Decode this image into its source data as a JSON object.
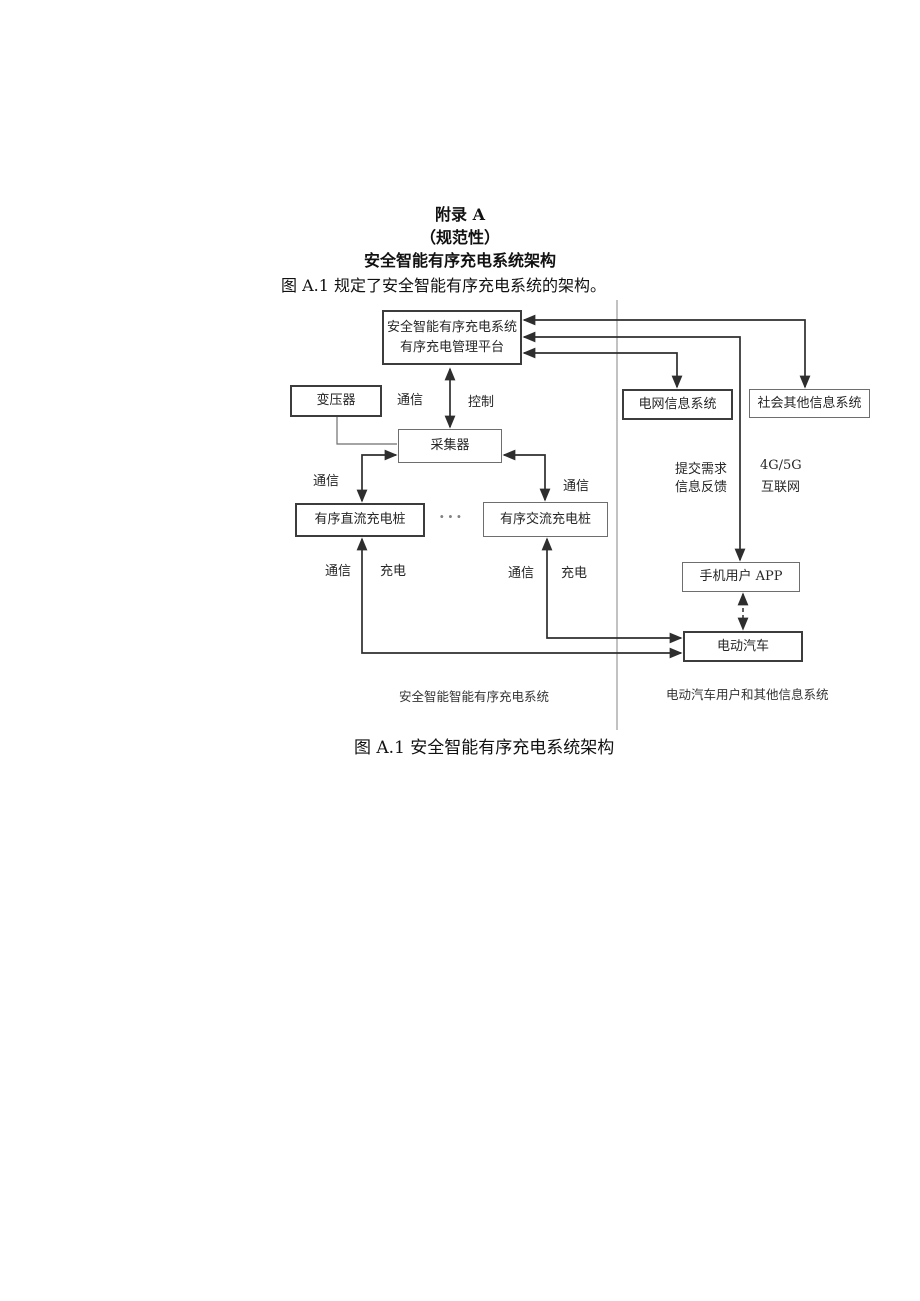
{
  "header": {
    "appendix_title": "附录 A",
    "normative": "（规范性）",
    "section_title": "安全智能有序充电系统架构",
    "intro": "图 A.1 规定了安全智能有序充电系统的架构。"
  },
  "caption": "图 A.1 安全智能有序充电系统架构",
  "diagram": {
    "nodes": {
      "platform_line1": "安全智能有序充电系统",
      "platform_line2": "有序充电管理平台",
      "transformer": "变压器",
      "collector": "采集器",
      "dc_pile": "有序直流充电桩",
      "ac_pile": "有序交流充电桩",
      "grid_info": "电网信息系统",
      "social_info": "社会其他信息系统",
      "app": "手机用户 APP",
      "ev": "电动汽车"
    },
    "labels": {
      "comm_top": "通信",
      "control": "控制",
      "comm_left": "通信",
      "comm_right": "通信",
      "comm_bottom_left": "通信",
      "charge_bottom_left": "充电",
      "comm_bottom_right": "通信",
      "charge_bottom_right": "充电",
      "submit_request": "提交需求",
      "feedback": "信息反馈",
      "net_4g5g": "4G/5G",
      "internet": "互联网",
      "ellipsis": "···",
      "left_zone": "安全智能智能有序充电系统",
      "right_zone": "电动汽车用户和其他信息系统"
    },
    "colors": {
      "line": "#2e2e2e",
      "box_border_dark": "#3c3c3c",
      "box_border_light": "#6e6e6e",
      "divider": "#9a9a9a",
      "text": "#262626"
    }
  }
}
